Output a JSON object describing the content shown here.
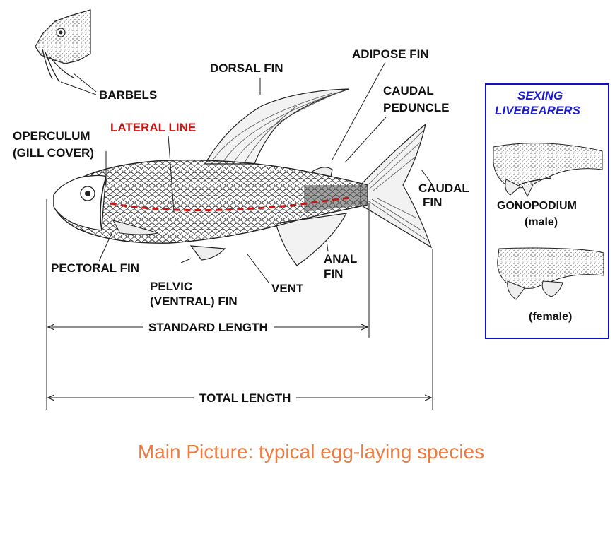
{
  "labels": {
    "barbels": "BARBELS",
    "dorsal_fin": "DORSAL FIN",
    "adipose_fin": "ADIPOSE FIN",
    "caudal_peduncle_1": "CAUDAL",
    "caudal_peduncle_2": "PEDUNCLE",
    "operculum_1": "OPERCULUM",
    "operculum_2": "(GILL COVER)",
    "lateral_line": "LATERAL LINE",
    "caudal_fin_1": "CAUDAL",
    "caudal_fin_2": "FIN",
    "pectoral_fin": "PECTORAL FIN",
    "pelvic_fin_1": "PELVIC",
    "pelvic_fin_2": "(VENTRAL) FIN",
    "vent": "VENT",
    "anal_fin_1": "ANAL",
    "anal_fin_2": "FIN",
    "standard_length": "STANDARD LENGTH",
    "total_length": "TOTAL LENGTH"
  },
  "sexing_panel": {
    "title_1": "SEXING",
    "title_2": "LIVEBEARERS",
    "male_label_1": "GONOPODIUM",
    "male_label_2": "(male)",
    "female_label": "(female)"
  },
  "caption": "Main Picture: typical egg-laying species",
  "colors": {
    "label_text": "#111111",
    "lateral_line": "#cc1414",
    "panel_border": "#1010c0",
    "panel_title": "#1a1ad0",
    "caption": "#f07b3f"
  }
}
